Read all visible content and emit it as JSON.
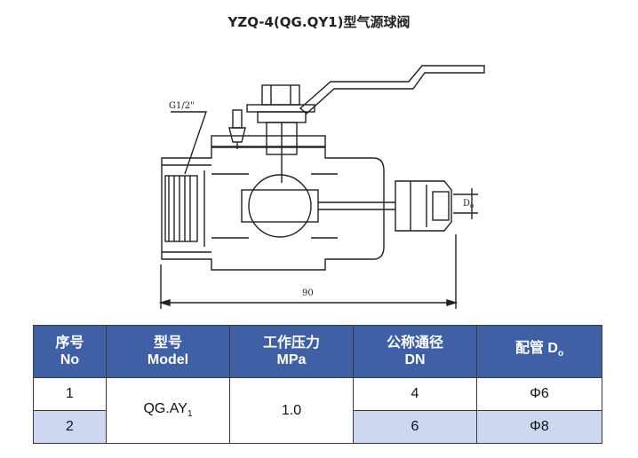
{
  "title": "YZQ-4(QG.QY1)型气源球阀",
  "drawing": {
    "thread_label": "G1/2\"",
    "dimension_90": "90",
    "do_label": "D",
    "do_sub": "o"
  },
  "table": {
    "headers": [
      {
        "zh": "序号",
        "en": "No"
      },
      {
        "zh": "型号",
        "en": "Model"
      },
      {
        "zh": "工作压力",
        "en": "MPa"
      },
      {
        "zh": "公称通径",
        "en": "DN"
      },
      {
        "zh": "配管 D",
        "sub": "o"
      }
    ],
    "model": {
      "text": "QG.AY",
      "sub": "1"
    },
    "pressure": "1.0",
    "rows": [
      {
        "no": "1",
        "dn": "4",
        "pipe": "Φ6"
      },
      {
        "no": "2",
        "dn": "6",
        "pipe": "Φ8"
      }
    ]
  },
  "colors": {
    "header_bg": "#4060a6",
    "row_tint": "#cdd7ef"
  }
}
